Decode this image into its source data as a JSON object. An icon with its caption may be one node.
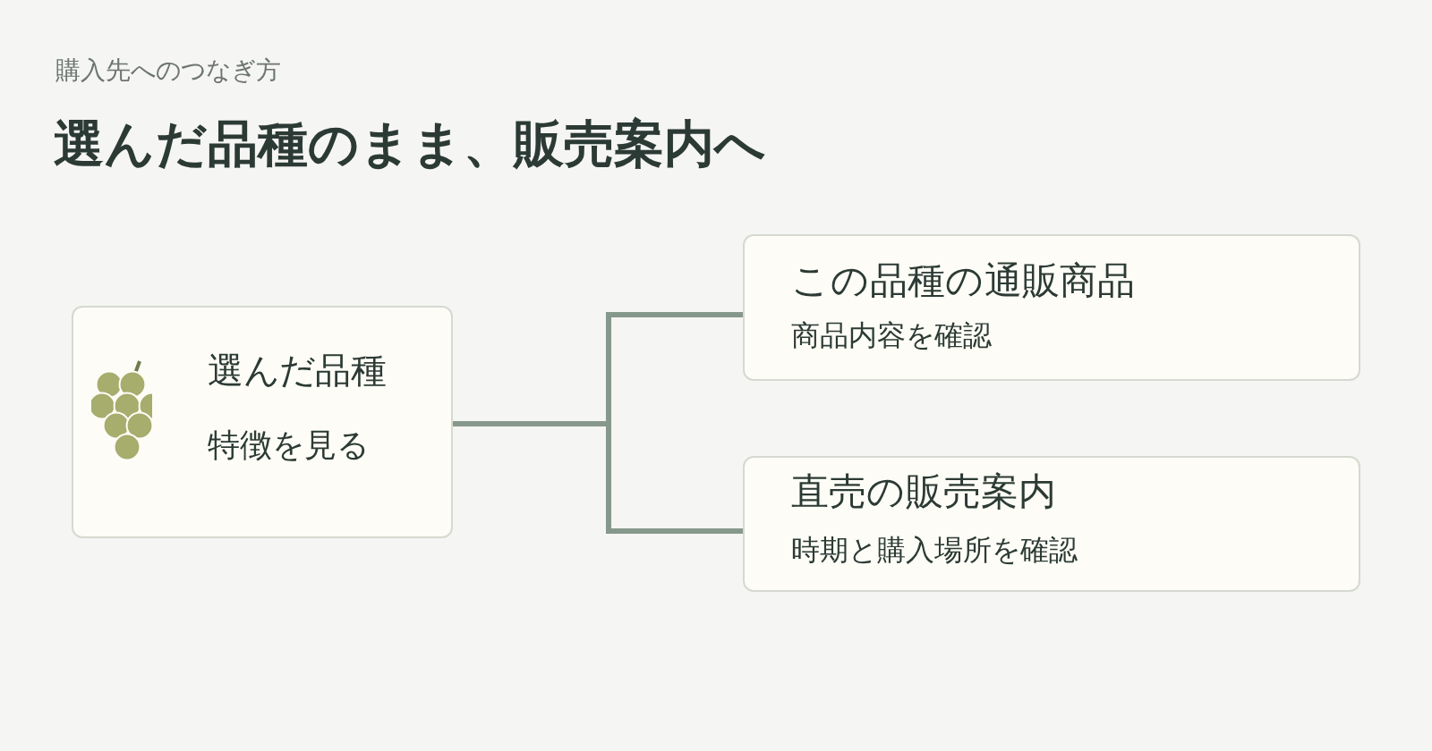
{
  "diagram": {
    "title": "選んだ品種のまま、販売案内へ",
    "nodes": [
      {
        "text": [
          "選んだ品種",
          "特徴を見る"
        ]
      },
      {
        "text": [
          "この品種の通販商品",
          "商品内容を確認"
        ]
      },
      {
        "text": [
          "直売の販売案内",
          "時期と購入場所を確認"
        ]
      }
    ],
    "edges": [
      {
        "from": 0,
        "to": 1,
        "arrow": "none"
      },
      {
        "from": 0,
        "to": 2,
        "arrow": "none"
      }
    ],
    "labels": [
      "購入先へのつなぎ方"
    ]
  }
}
